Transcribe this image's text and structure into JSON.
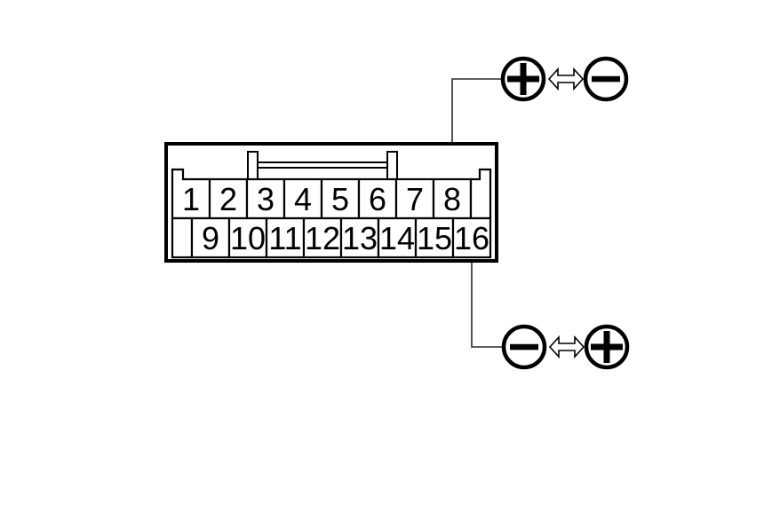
{
  "connector": {
    "top_row_pins": [
      "1",
      "2",
      "3",
      "4",
      "5",
      "6",
      "7",
      "8"
    ],
    "bottom_row_pins": [
      "9",
      "10",
      "11",
      "12",
      "13",
      "14",
      "15",
      "16"
    ]
  },
  "polarity_top": {
    "left_symbol": "+",
    "arrow_symbol": "⇔",
    "right_symbol": "−",
    "connected_pin": "8"
  },
  "polarity_bottom": {
    "left_symbol": "−",
    "arrow_symbol": "⇔",
    "right_symbol": "+",
    "connected_pin": "16"
  },
  "colors": {
    "line": "#000000",
    "background": "#ffffff"
  }
}
